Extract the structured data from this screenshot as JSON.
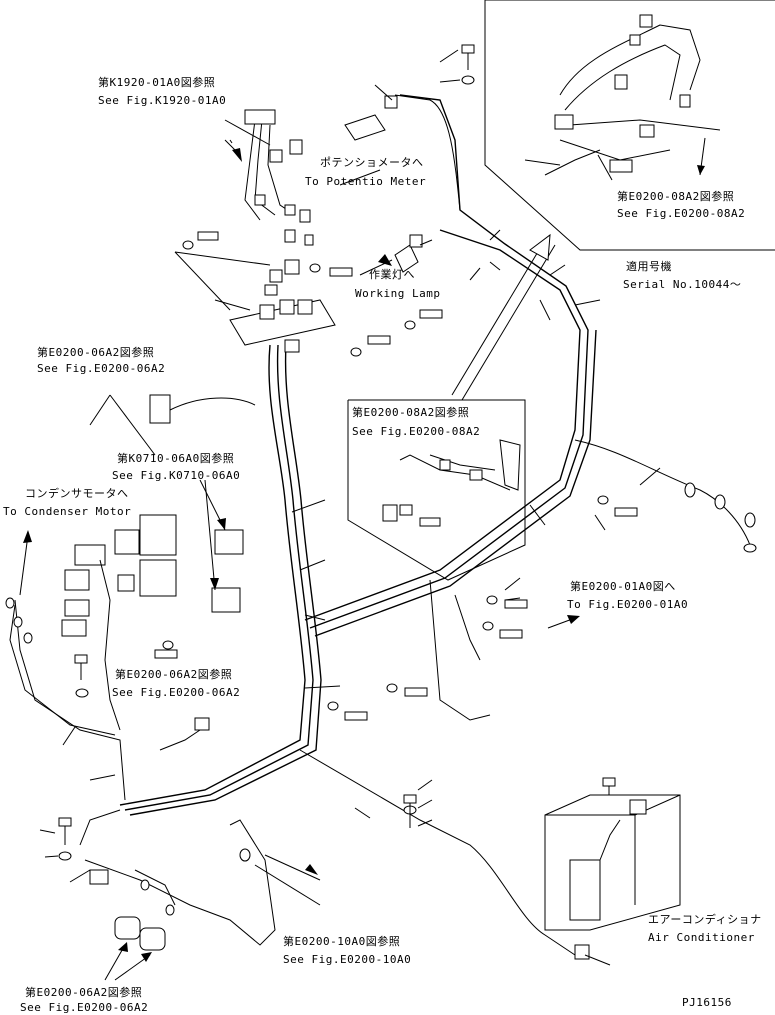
{
  "labels": {
    "k1920_jp": "第K1920-01A0図参照",
    "k1920_en": "See Fig.K1920-01A0",
    "potentio_jp": "ポテンショメータへ",
    "potentio_en": "To Potentio Meter",
    "e0200_08a2_top_jp": "第E0200-08A2図参照",
    "e0200_08a2_top_en": "See Fig.E0200-08A2",
    "serial_jp": "適用号機",
    "serial_en": "Serial No.10044～",
    "working_lamp_jp": "作業灯へ",
    "working_lamp_en": "Working Lamp",
    "e0200_06a2_a_jp": "第E0200-06A2図参照",
    "e0200_06a2_a_en": "See Fig.E0200-06A2",
    "e0200_08a2_mid_jp": "第E0200-08A2図参照",
    "e0200_08a2_mid_en": "See Fig.E0200-08A2",
    "k0710_jp": "第K0710-06A0図参照",
    "k0710_en": "See Fig.K0710-06A0",
    "condenser_jp": "コンデンサモータへ",
    "condenser_en": "To Condenser Motor",
    "e0200_01a0_jp": "第E0200-01A0図へ",
    "e0200_01a0_en": "To Fig.E0200-01A0",
    "e0200_06a2_b_jp": "第E0200-06A2図参照",
    "e0200_06a2_b_en": "See Fig.E0200-06A2",
    "e0200_10a0_jp": "第E0200-10A0図参照",
    "e0200_10a0_en": "See Fig.E0200-10A0",
    "aircon_jp": "エアーコンディショナ",
    "aircon_en": "Air Conditioner",
    "e0200_06a2_c_jp": "第E0200-06A2図参照",
    "e0200_06a2_c_en": "See Fig.E0200-06A2",
    "drawing_no": "PJ16156"
  }
}
